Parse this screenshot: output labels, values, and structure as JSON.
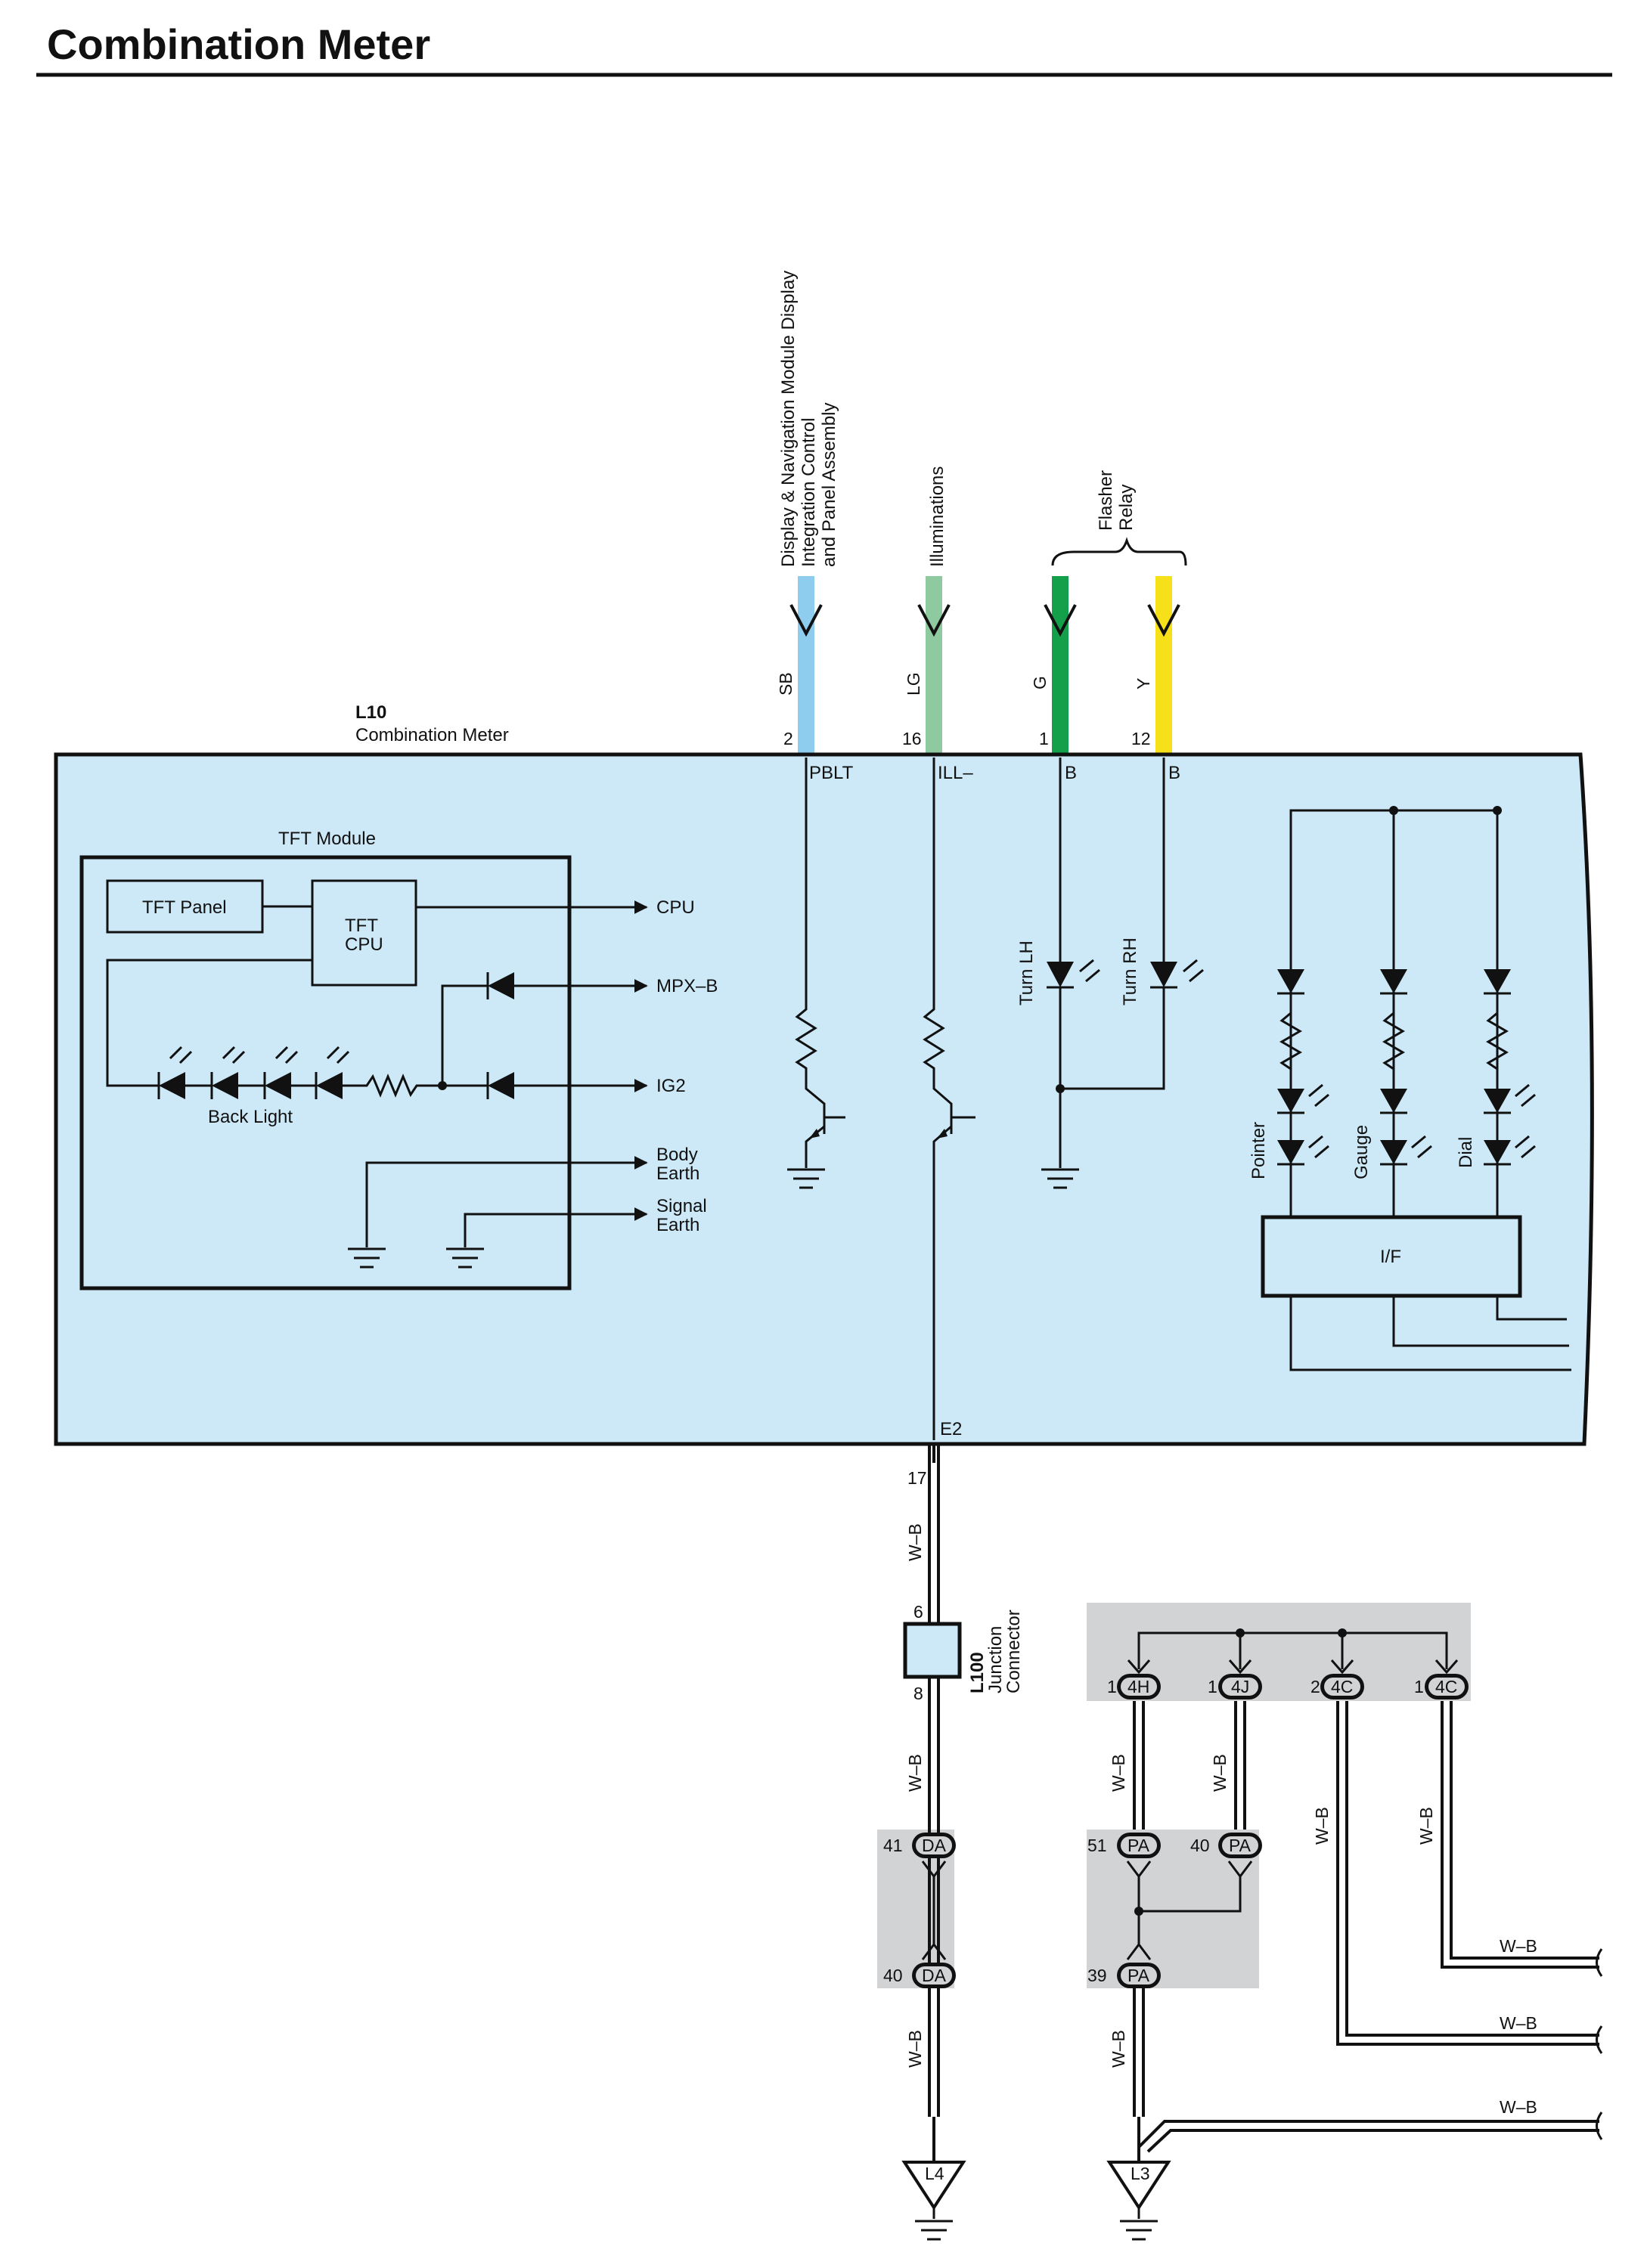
{
  "title": "Combination Meter",
  "component": {
    "id": "L10",
    "name": "Combination Meter"
  },
  "top_connections": [
    {
      "pin": "2",
      "wire_color": "SB",
      "terminal": "PBLT",
      "label_lines": [
        "Display & Navigation Module Display",
        "Integration Control",
        "and Panel Assembly"
      ],
      "color_hex": "#8fcdee"
    },
    {
      "pin": "16",
      "wire_color": "LG",
      "terminal": "ILL–",
      "label_lines": [
        "Illuminations"
      ],
      "color_hex": "#8ec9a0"
    },
    {
      "pin": "1",
      "wire_color": "G",
      "terminal": "B",
      "color_hex": "#14a04a"
    },
    {
      "pin": "12",
      "wire_color": "Y",
      "terminal": "B",
      "color_hex": "#f5e01a"
    }
  ],
  "flasher_relay_label": [
    "Flasher",
    "Relay"
  ],
  "tft_module": {
    "title": "TFT Module",
    "panel": "TFT Panel",
    "cpu_lines": [
      "TFT",
      "CPU"
    ],
    "back_light": "Back Light",
    "outputs": [
      "CPU",
      "MPX–B",
      "IG2"
    ],
    "body_earth": [
      "Body",
      "Earth"
    ],
    "signal_earth": [
      "Signal",
      "Earth"
    ]
  },
  "turn_leds": [
    "Turn LH",
    "Turn RH"
  ],
  "indicator_leds": [
    "Pointer",
    "Gauge",
    "Dial"
  ],
  "interface_block": "I/F",
  "ground_terminal": {
    "terminal": "E2",
    "pin": "17"
  },
  "wire_wb": "W–B",
  "junction_connector": {
    "id": "L100",
    "name_lines": [
      "Junction",
      "Connector"
    ],
    "pin_in": "6",
    "pin_out": "8"
  },
  "connectors": {
    "da_top": {
      "pin": "41",
      "code": "DA"
    },
    "da_bottom": {
      "pin": "40",
      "code": "DA"
    },
    "c4h": {
      "pin": "1",
      "code": "4H"
    },
    "c4j": {
      "pin": "1",
      "code": "4J"
    },
    "c4c_a": {
      "pin": "2",
      "code": "4C"
    },
    "c4c_b": {
      "pin": "1",
      "code": "4C"
    },
    "pa_left": {
      "pin": "51",
      "code": "PA"
    },
    "pa_right": {
      "pin": "40",
      "code": "PA"
    },
    "pa_bottom": {
      "pin": "39",
      "code": "PA"
    }
  },
  "ground_points": [
    "L4",
    "L3"
  ],
  "colors": {
    "module_fill": "#cde9f7",
    "splice_fill": "#d2d3d5",
    "line": "#111111"
  }
}
